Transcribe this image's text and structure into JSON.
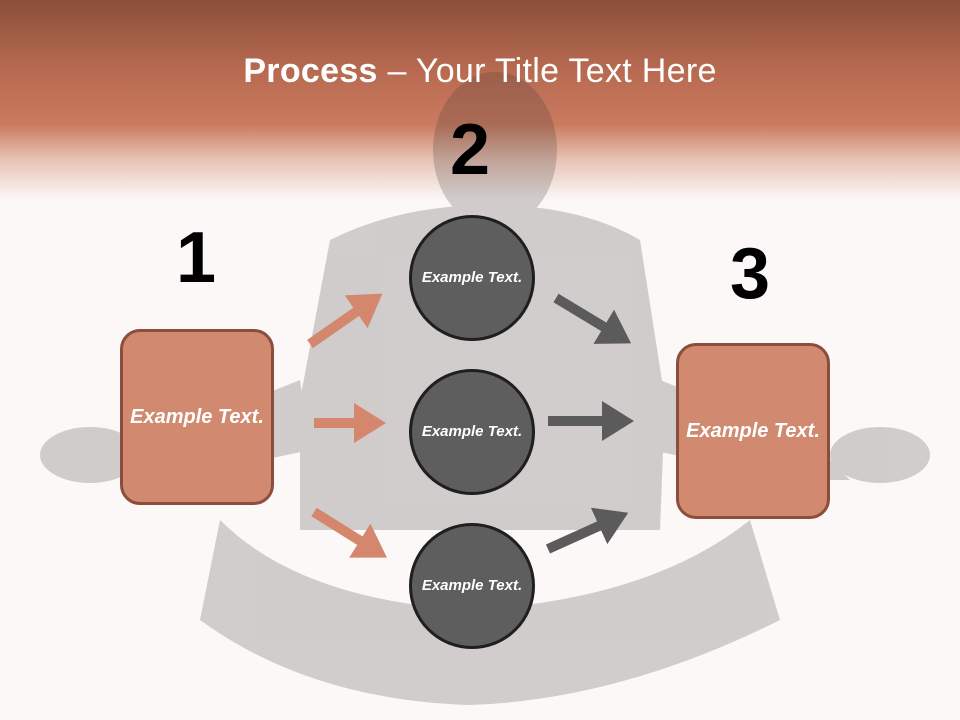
{
  "title": {
    "bold": "Process",
    "rest": " – Your Title Text Here"
  },
  "steps": [
    {
      "number": "1",
      "text": "Example Text."
    },
    {
      "number": "2",
      "text": "Example Text."
    },
    {
      "number": "3",
      "text": "Example Text."
    }
  ],
  "circles": [
    {
      "text": "Example Text."
    },
    {
      "text": "Example Text."
    },
    {
      "text": "Example Text."
    }
  ],
  "colors": {
    "header": "#c97a5f",
    "box_fill": "#d18a70",
    "box_border": "#8b4e3d",
    "circle_fill": "#5e5e5e",
    "arrow_orange": "#d4876c",
    "arrow_gray": "#5b5b5b"
  }
}
